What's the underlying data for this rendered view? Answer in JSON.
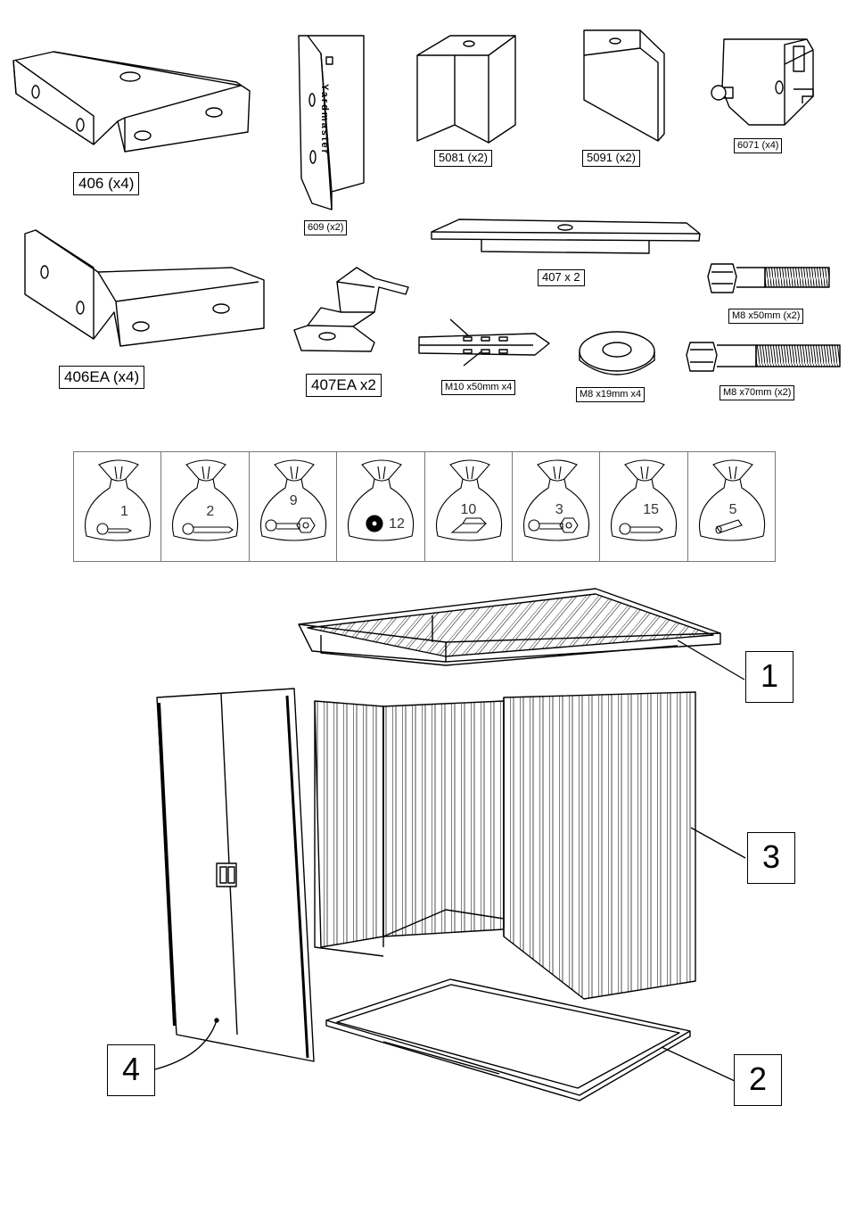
{
  "parts": {
    "p406": "406 (x4)",
    "p609": "609 (x2)",
    "p5081": "5081 (x2)",
    "p5091": "5091 (x2)",
    "p6071": "6071 (x4)",
    "p406EA": "406EA (x4)",
    "p407EA": "407EA x2",
    "p407": "407 x 2",
    "m10": "M10 x50mm x4",
    "m8x19": "M8 x19mm x4",
    "m8x50": "M8 x50mm (x2)",
    "m8x70": "M8 x70mm (x2)",
    "yardmaster_text": "Yardmaster"
  },
  "bags": [
    {
      "num": "1",
      "content": "screw"
    },
    {
      "num": "2",
      "content": "long-screw"
    },
    {
      "num": "9",
      "content": "bolt-nut"
    },
    {
      "num": "12",
      "content": "washer"
    },
    {
      "num": "10",
      "content": "clip"
    },
    {
      "num": "3",
      "content": "bolt-nut"
    },
    {
      "num": "15",
      "content": "screw"
    },
    {
      "num": "5",
      "content": "spacer"
    }
  ],
  "callouts": {
    "roof": "1",
    "floor": "2",
    "walls": "3",
    "door": "4"
  }
}
